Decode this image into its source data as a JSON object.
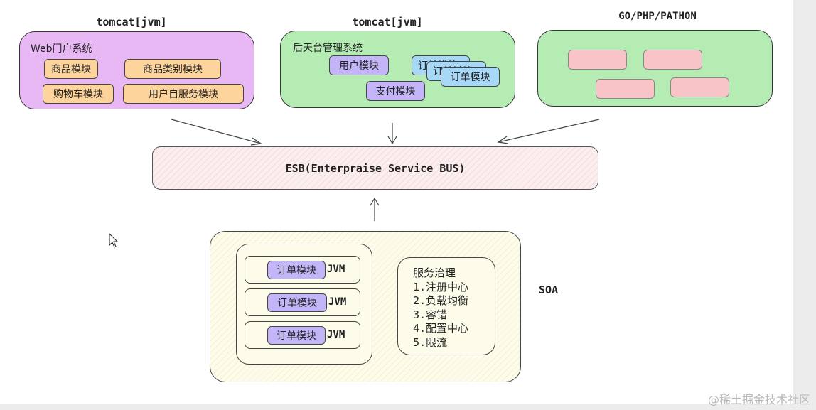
{
  "web": {
    "header": "tomcat[jvm]",
    "title": "Web门户系统",
    "modules": [
      "商品模块",
      "商品类别模块",
      "购物车模块",
      "用户自服务模块"
    ]
  },
  "admin": {
    "header": "tomcat[jvm]",
    "title": "后天台管理系统",
    "user_module": "用户模块",
    "order_stack": [
      "订单模块",
      "订单模块",
      "订单模块"
    ],
    "pay_module": "支付模块"
  },
  "go": {
    "header": "GO/PHP/PATHON"
  },
  "esb": {
    "label": "ESB(Enterpraise Service BUS)"
  },
  "soa": {
    "label": "SOA",
    "jvm_rows": [
      {
        "module": "订单模块",
        "jvm": "JVM"
      },
      {
        "module": "订单模块",
        "jvm": "JVM"
      },
      {
        "module": "订单模块",
        "jvm": "JVM"
      }
    ],
    "governance": {
      "title": "服务治理",
      "items": [
        "1.注册中心",
        "2.负载均衡",
        "3.容错",
        "4.配置中心",
        "5.限流"
      ]
    }
  },
  "watermark": "@稀土掘金技术社区",
  "colors": {
    "web_group": "#e8b8f4",
    "green_group": "#b4ecb4",
    "module_orange": "#fcd49c",
    "module_purple": "#c4b4f8",
    "module_blue": "#a8d8f8",
    "module_pink": "#f8c4c8",
    "esb_fill": "#fbeeee",
    "soa_fill": "#fdfbea"
  }
}
